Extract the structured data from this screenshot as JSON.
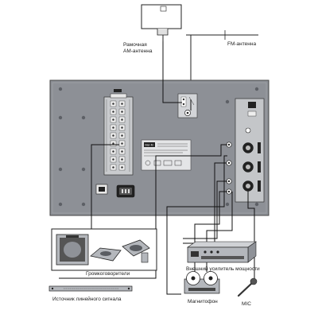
{
  "labels": {
    "am_antenna": [
      "Рамочная",
      "АМ-антенна"
    ],
    "fm_antenna": "FM-антенна",
    "speakers": "Громкоговорители",
    "line_source": "Источник линейного сигнала",
    "power_amp": "Внешний усилитель мощности",
    "tape_recorder": "Магнитофон",
    "mic": "MIC"
  },
  "panel_badge": "inter-M",
  "colors": {
    "panel": "#8d9096",
    "panel_border": "#444444",
    "wire": "#111111",
    "device_grey": "#b4b7bc"
  }
}
